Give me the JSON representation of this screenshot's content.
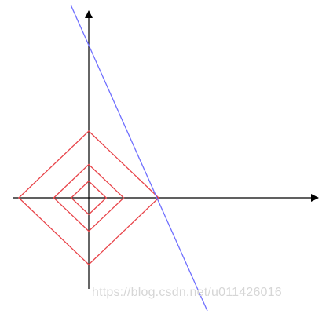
{
  "diagram": {
    "colors": {
      "axis": "#000000",
      "diamonds": "#e8444a",
      "line": "#6f6fff"
    },
    "diamond_radii": [
      1,
      0.5,
      0.25
    ],
    "line": {
      "x_intercept": 1,
      "y_intercept": 2.3
    }
  },
  "watermark": {
    "text": "https://blog.csdn.net/u011426016"
  }
}
